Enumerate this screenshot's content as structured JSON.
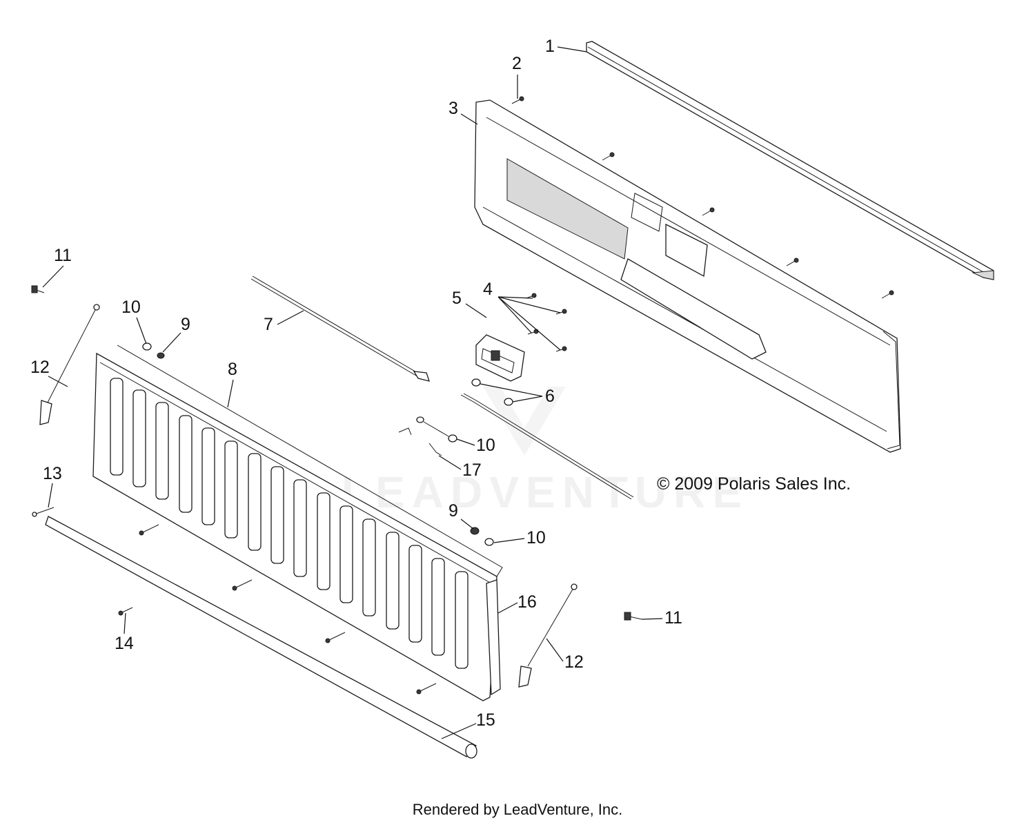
{
  "watermark": "LEADVENTURE",
  "copyright": "© 2009 Polaris Sales Inc.",
  "footer": "Rendered by LeadVenture, Inc.",
  "callouts": [
    "1",
    "2",
    "3",
    "4",
    "5",
    "6",
    "7",
    "8",
    "9",
    "10",
    "11",
    "12",
    "13",
    "14",
    "15",
    "16",
    "17"
  ],
  "callout_instances": {
    "c1": "1",
    "c2": "2",
    "c3": "3",
    "c4": "4",
    "c5": "5",
    "c6": "6",
    "c7": "7",
    "c8": "8",
    "c9a": "9",
    "c9b": "9",
    "c10a": "10",
    "c10b": "10",
    "c10c": "10",
    "c11a": "11",
    "c11b": "11",
    "c12a": "12",
    "c12b": "12",
    "c13": "13",
    "c14": "14",
    "c15": "15",
    "c16": "16",
    "c17": "17"
  }
}
